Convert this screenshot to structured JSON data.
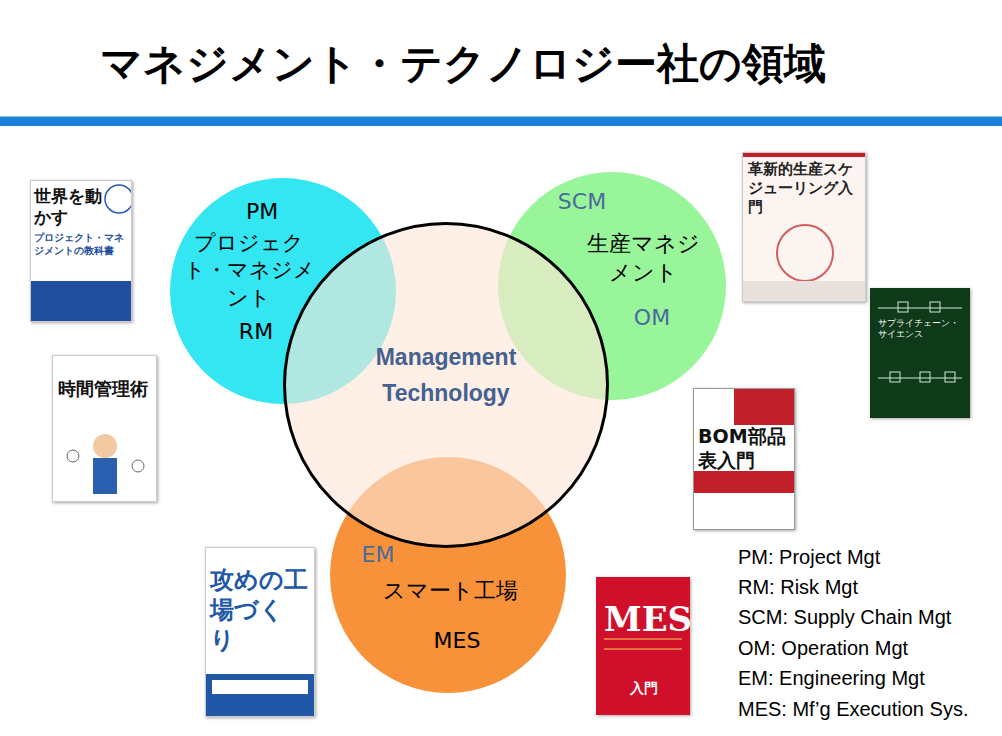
{
  "diagram": {
    "title": "マネジメント・テクノロジー社の領域",
    "nodes": [
      {
        "text": [
          "PM",
          "プロジェクト・マネジメント",
          "RM"
        ]
      },
      {
        "text": [
          "SCM",
          "生産マネジメント",
          "OM"
        ]
      },
      {
        "text": [
          "Management Technology"
        ]
      },
      {
        "text": [
          "EM",
          "スマート工場",
          "MES"
        ]
      }
    ],
    "labels": [
      "世界を動かす",
      "プロジェクト・マネジメントの教科書",
      "時間管理術",
      "革新的生産スケジューリング入門",
      "サプライチェーン・サイエンス",
      "BOM部品表入門",
      "攻めの工場づくり",
      "MES",
      "入門",
      "PM: Project Mgt",
      "RM: Risk Mgt",
      "SCM: Supply Chain Mgt",
      "OM: Operation Mgt",
      "EM: Engineering Mgt",
      "MES: Mf’g Execution Sys."
    ]
  }
}
